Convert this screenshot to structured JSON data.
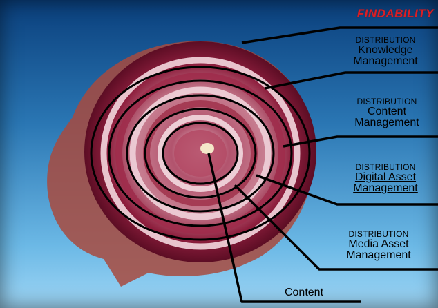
{
  "header": {
    "title": "FINDABILITY"
  },
  "labels": [
    {
      "id": "km",
      "top": "DISTRIBUTION",
      "lines": [
        "Knowledge",
        "Management"
      ]
    },
    {
      "id": "cm",
      "top": "DISTRIBUTION",
      "lines": [
        "Content",
        "Management"
      ]
    },
    {
      "id": "dam",
      "top": "DISTRIBUTION",
      "lines": [
        "Digital Asset",
        "Management"
      ]
    },
    {
      "id": "mam",
      "top": "DISTRIBUTION",
      "lines": [
        "Media Asset",
        "Management"
      ]
    }
  ],
  "content_label": "Content",
  "colors": {
    "title": "#d81f26",
    "onion_outer": "#7a1230",
    "onion_mid": "#a3344f",
    "onion_light": "#e9c6cf",
    "line": "#000000"
  }
}
